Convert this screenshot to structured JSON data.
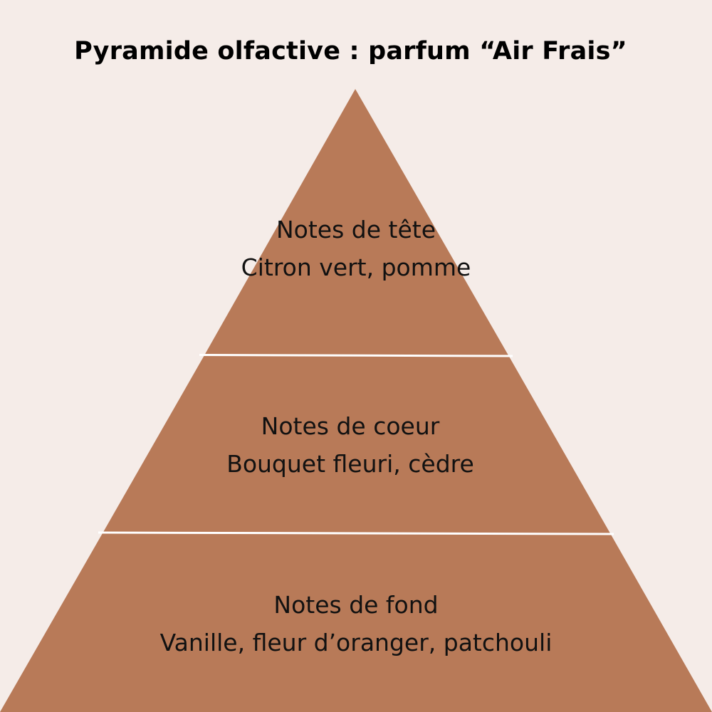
{
  "title": "Pyramide olfactive : parfum “Air Frais”",
  "colors": {
    "background": "#f5ece8",
    "pyramid": "#b87a58",
    "divider": "#ffffff",
    "text": "#111111"
  },
  "tiers": [
    {
      "heading": "Notes de tête",
      "notes": "Citron vert, pomme"
    },
    {
      "heading": "Notes de coeur",
      "notes": "Bouquet fleuri, cèdre"
    },
    {
      "heading": "Notes de fond",
      "notes": "Vanille, fleur d’oranger, patchouli"
    }
  ]
}
